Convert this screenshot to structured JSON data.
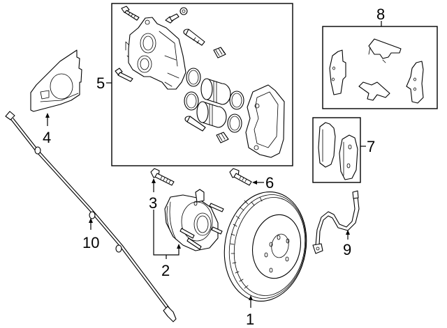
{
  "diagram": {
    "type": "exploded-parts-diagram",
    "subject": "front brake assembly",
    "callouts": [
      {
        "number": "1",
        "part": "brake-rotor"
      },
      {
        "number": "2",
        "part": "hub-and-bearing-assembly"
      },
      {
        "number": "3",
        "part": "hub-bolt"
      },
      {
        "number": "4",
        "part": "splash-shield"
      },
      {
        "number": "5",
        "part": "brake-caliper-kit"
      },
      {
        "number": "6",
        "part": "caliper-bracket-bolt"
      },
      {
        "number": "7",
        "part": "brake-pad-set"
      },
      {
        "number": "8",
        "part": "pad-hardware-kit"
      },
      {
        "number": "9",
        "part": "brake-hose"
      },
      {
        "number": "10",
        "part": "abs-wheel-speed-sensor"
      }
    ]
  },
  "labels": {
    "c1": "1",
    "c2": "2",
    "c3": "3",
    "c4": "4",
    "c5": "5",
    "c6": "6",
    "c7": "7",
    "c8": "8",
    "c9": "9",
    "c10": "10"
  }
}
